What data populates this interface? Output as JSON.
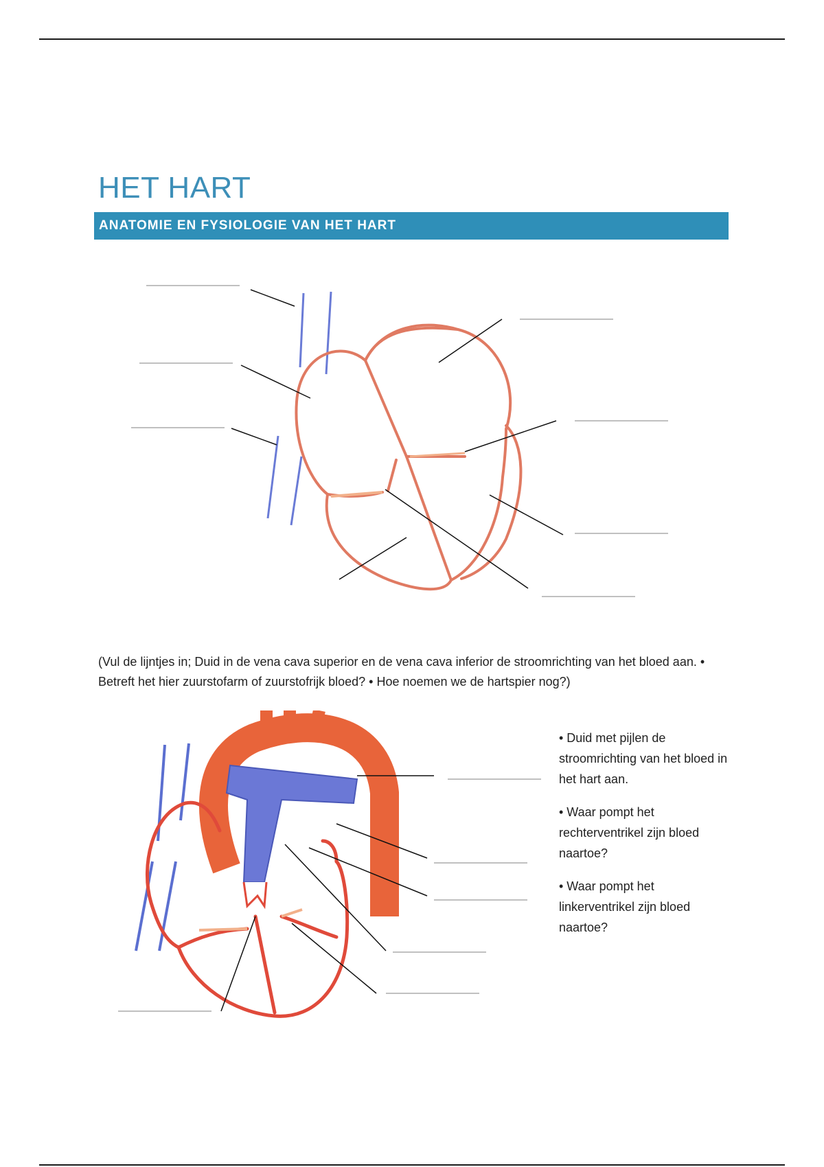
{
  "document": {
    "title": "HET HART",
    "section_heading": "ANATOMIE EN FYSIOLOGIE VAN HET HART",
    "instruction": "(Vul de lijntjes in; Duid in de vena cava superior en de vena cava inferior de stroomrichting van het bloed aan. • Betreft het hier zuurstofarm of zuurstofrijk bloed? • Hoe noemen we de hartspier nog?)",
    "questions": [
      "• Duid met pijlen de stroomrichting van het bloed in het hart aan.",
      "• Waar pompt het rechterventrikel zijn bloed naartoe?",
      "• Waar pompt het linkerventrikel zijn bloed naartoe?"
    ]
  },
  "colors": {
    "heading_blue": "#3d8fb8",
    "band_blue": "#2f8fb8",
    "heart_red": "#e06a52",
    "vein_blue": "#5b6fd0",
    "artery_orange": "#e8643a"
  }
}
